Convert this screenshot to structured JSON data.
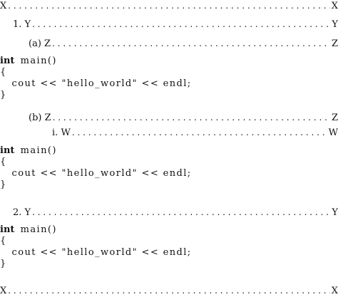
{
  "entries": {
    "top": {
      "label": "X",
      "trail": "X"
    },
    "item1": {
      "marker": "1.",
      "label": "Y",
      "trail": "Y"
    },
    "item1a": {
      "marker": "(a)",
      "label": "Z",
      "trail": "Z"
    },
    "item1b": {
      "marker": "(b)",
      "label": "Z",
      "trail": "Z"
    },
    "item1bi": {
      "marker": "i.",
      "label": "W",
      "trail": "W"
    },
    "item2": {
      "marker": "2.",
      "label": "Y",
      "trail": "Y"
    },
    "bottom": {
      "label": "X",
      "trail": "X"
    }
  },
  "code": {
    "keyword": "int",
    "signature": "main()",
    "open_brace": "{",
    "statement": "cout << \"hello_world\" << endl;",
    "close_brace": "}"
  }
}
